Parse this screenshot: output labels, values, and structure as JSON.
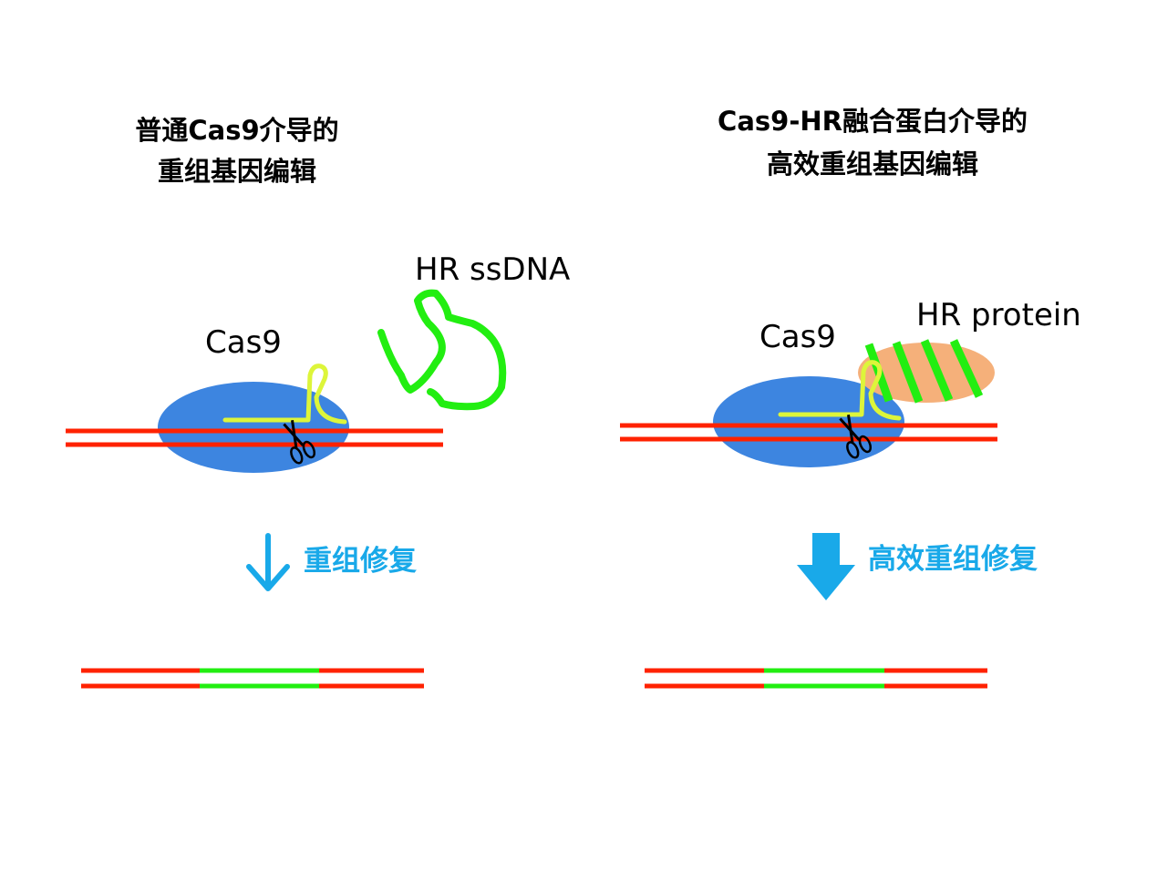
{
  "left_panel": {
    "title_line1": "普通Cas9介导的",
    "title_line2": "重组基因编辑",
    "cas9_label": "Cas9",
    "donor_label": "HR ssDNA",
    "repair_label": "重组修复"
  },
  "right_panel": {
    "title_line1": "Cas9-HR融合蛋白介导的",
    "title_line2": "高效重组基因编辑",
    "cas9_label": "Cas9",
    "fusion_label": "HR protein",
    "repair_label": "高效重组修复"
  },
  "colors": {
    "cas9": "#3d85e0",
    "dna": "#ff2200",
    "donor": "#22ee11",
    "guide_rna": "#ddf53a",
    "hr_protein": "#f5b07a",
    "arrow": "#19a9e9"
  },
  "icons": [
    "scissors-icon",
    "down-arrow-icon"
  ]
}
